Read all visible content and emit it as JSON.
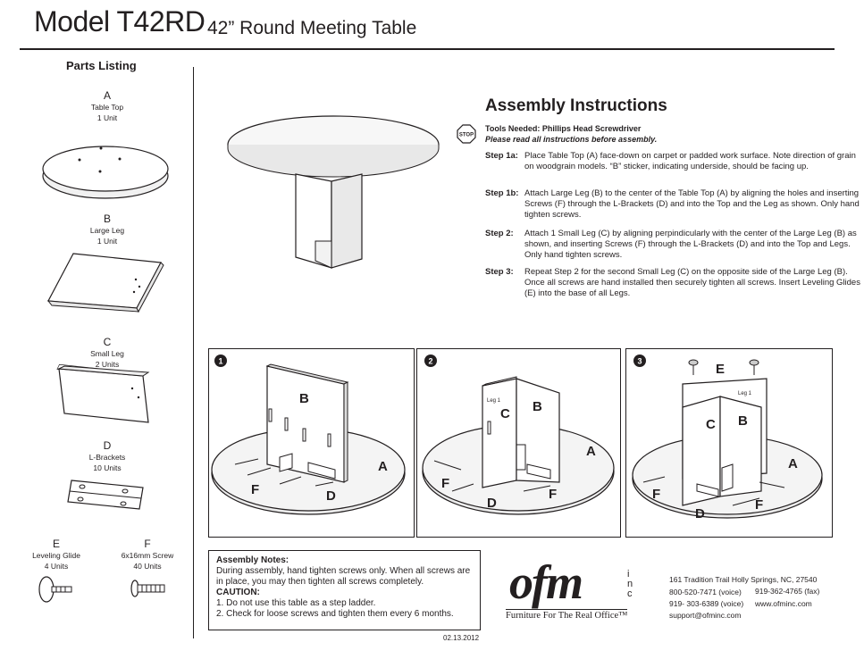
{
  "header": {
    "model": "Model T42RD",
    "subtitle": "42” Round Meeting Table"
  },
  "parts": {
    "title": "Parts Listing",
    "A": {
      "letter": "A",
      "name": "Table Top",
      "qty": "1 Unit"
    },
    "B": {
      "letter": "B",
      "name": "Large Leg",
      "qty": "1 Unit"
    },
    "C": {
      "letter": "C",
      "name": "Small Leg",
      "qty": "2 Units"
    },
    "D": {
      "letter": "D",
      "name": "L-Brackets",
      "qty": "10 Units"
    },
    "E": {
      "letter": "E",
      "name": "Leveling Glide",
      "qty": "4 Units"
    },
    "F": {
      "letter": "F",
      "name": "6x16mm Screw",
      "qty": "40 Units"
    }
  },
  "instructions": {
    "title": "Assembly Instructions",
    "stop": "STOP",
    "tools": "Tools Needed: Phillips Head Screwdriver",
    "read": "Please read all instructions before assembly.",
    "steps": [
      {
        "label": "Step 1a:",
        "text": "Place Table Top (A) face-down on carpet or padded work surface. Note direction of grain on woodgrain models. “B” sticker, indicating underside, should be facing up."
      },
      {
        "label": "Step 1b:",
        "text": "Attach Large Leg (B) to the center of the Table Top (A) by aligning the holes and inserting Screws (F) through the L-Brackets (D) and into the Top and the Leg as shown. Only hand tighten screws."
      },
      {
        "label": "Step 2:",
        "text": "Attach 1 Small Leg (C) by aligning perpindicularly with the center of the Large Leg (B) as shown, and inserting Screws (F) through the L-Brackets (D) and into the Top and Legs. Only hand tighten screws."
      },
      {
        "label": "Step 3:",
        "text": "Repeat Step 2 for the second Small Leg (C) on the opposite side of the Large Leg (B). Once all screws are hand installed then securely tighten all screws. Insert Leveling Glides (E) into the base of all Legs."
      }
    ]
  },
  "diagrams": {
    "p1": {
      "num": "1",
      "B": "B",
      "A": "A",
      "F": "F",
      "D": "D"
    },
    "p2": {
      "num": "2",
      "leg": "Leg 1",
      "C": "C",
      "B": "B",
      "A": "A",
      "F1": "F",
      "F2": "F",
      "D": "D"
    },
    "p3": {
      "num": "3",
      "E": "E",
      "leg": "Leg 1",
      "C": "C",
      "B": "B",
      "A": "A",
      "F1": "F",
      "F2": "F",
      "D": "D"
    }
  },
  "notes": {
    "title": "Assembly Notes:",
    "line1": "During assembly, hand tighten screws only. When all screws are in place, you may then tighten all screws completely.",
    "caution": "CAUTION:",
    "c1": "1. Do not use this table as a step ladder.",
    "c2": "2. Check for loose screws and tighten them every 6 months."
  },
  "logo": {
    "mark": "ofm",
    "sup": "inc",
    "tagline": "Furniture For The Real Office™"
  },
  "contact": {
    "address": "161 Tradition Trail  Holly Springs, NC, 27540",
    "voice1": "800-520-7471 (voice)",
    "fax": "919-362-4765 (fax)",
    "voice2": "919- 303-6389 (voice)",
    "web": "www.ofminc.com",
    "email": "support@ofminc.com"
  },
  "date": "02.13.2012"
}
